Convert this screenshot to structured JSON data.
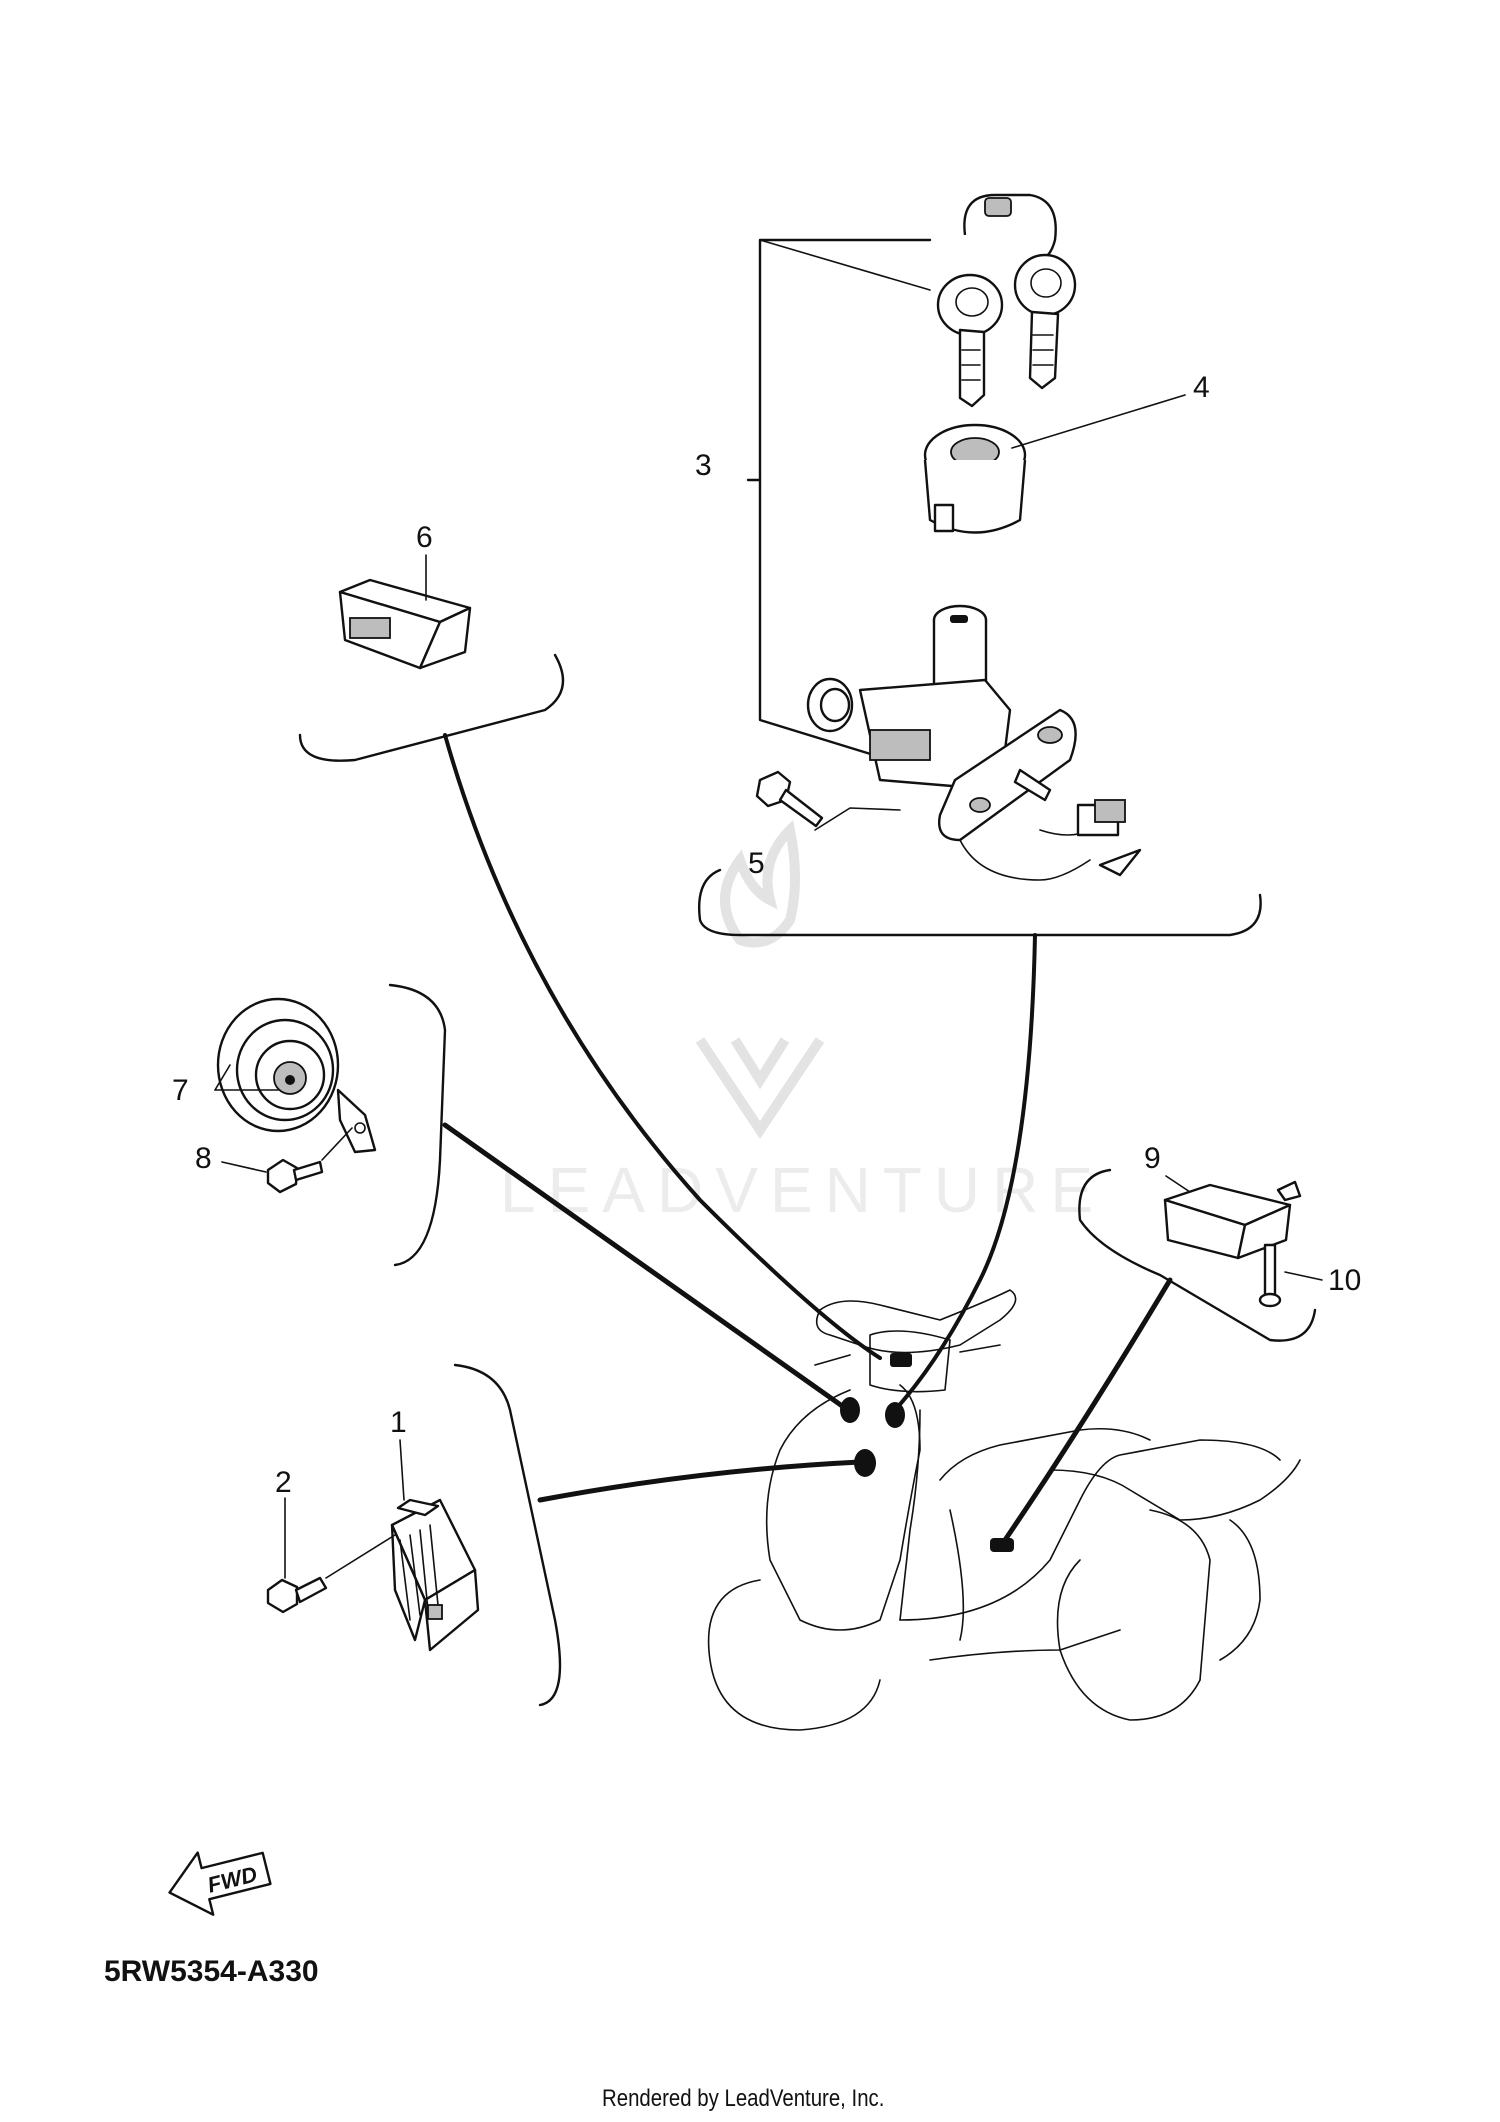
{
  "diagram": {
    "code": "5RW5354-A330",
    "credit": "Rendered by LeadVenture, Inc.",
    "watermark": "LEADVENTURE",
    "direction_label": "FWD",
    "callouts": [
      "1",
      "2",
      "3",
      "4",
      "5",
      "6",
      "7",
      "8",
      "9",
      "10"
    ]
  }
}
